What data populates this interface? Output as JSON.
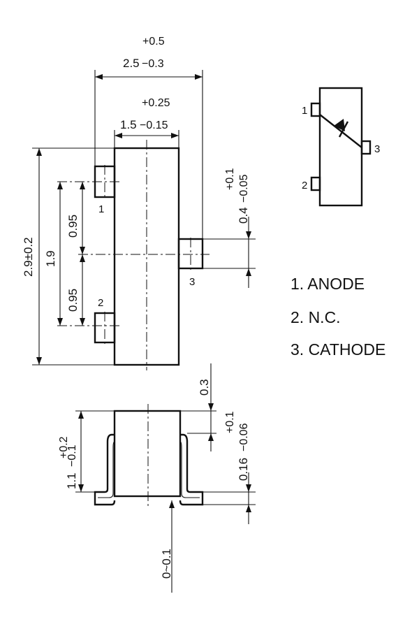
{
  "top_view": {
    "width_dim": "2.5",
    "width_tol_plus": "+0.5",
    "width_tol_minus": "−0.3",
    "body_dim": "1.5",
    "body_tol_plus": "+0.25",
    "body_tol_minus": "−0.15",
    "height_dim": "2.9±0.2",
    "pitch_dim": "1.9",
    "half_pitch_upper": "0.95",
    "half_pitch_lower": "0.95",
    "lead_dim": "0.4",
    "lead_tol_plus": "+0.1",
    "lead_tol_minus": "−0.05",
    "pin1": "1",
    "pin2": "2",
    "pin3": "3"
  },
  "side_view": {
    "height_dim": "1.1",
    "height_tol_plus": "+0.2",
    "height_tol_minus": "−0.1",
    "shoulder_dim": "0.3",
    "thickness_dim": "0.16",
    "thickness_tol_plus": "+0.1",
    "thickness_tol_minus": "−0.06",
    "standoff_dim": "0~0.1"
  },
  "schematic": {
    "pin1": "1",
    "pin2": "2",
    "pin3": "3"
  },
  "legend": {
    "items": [
      "1.  ANODE",
      "2.  N.C.",
      "3.  CATHODE"
    ]
  }
}
